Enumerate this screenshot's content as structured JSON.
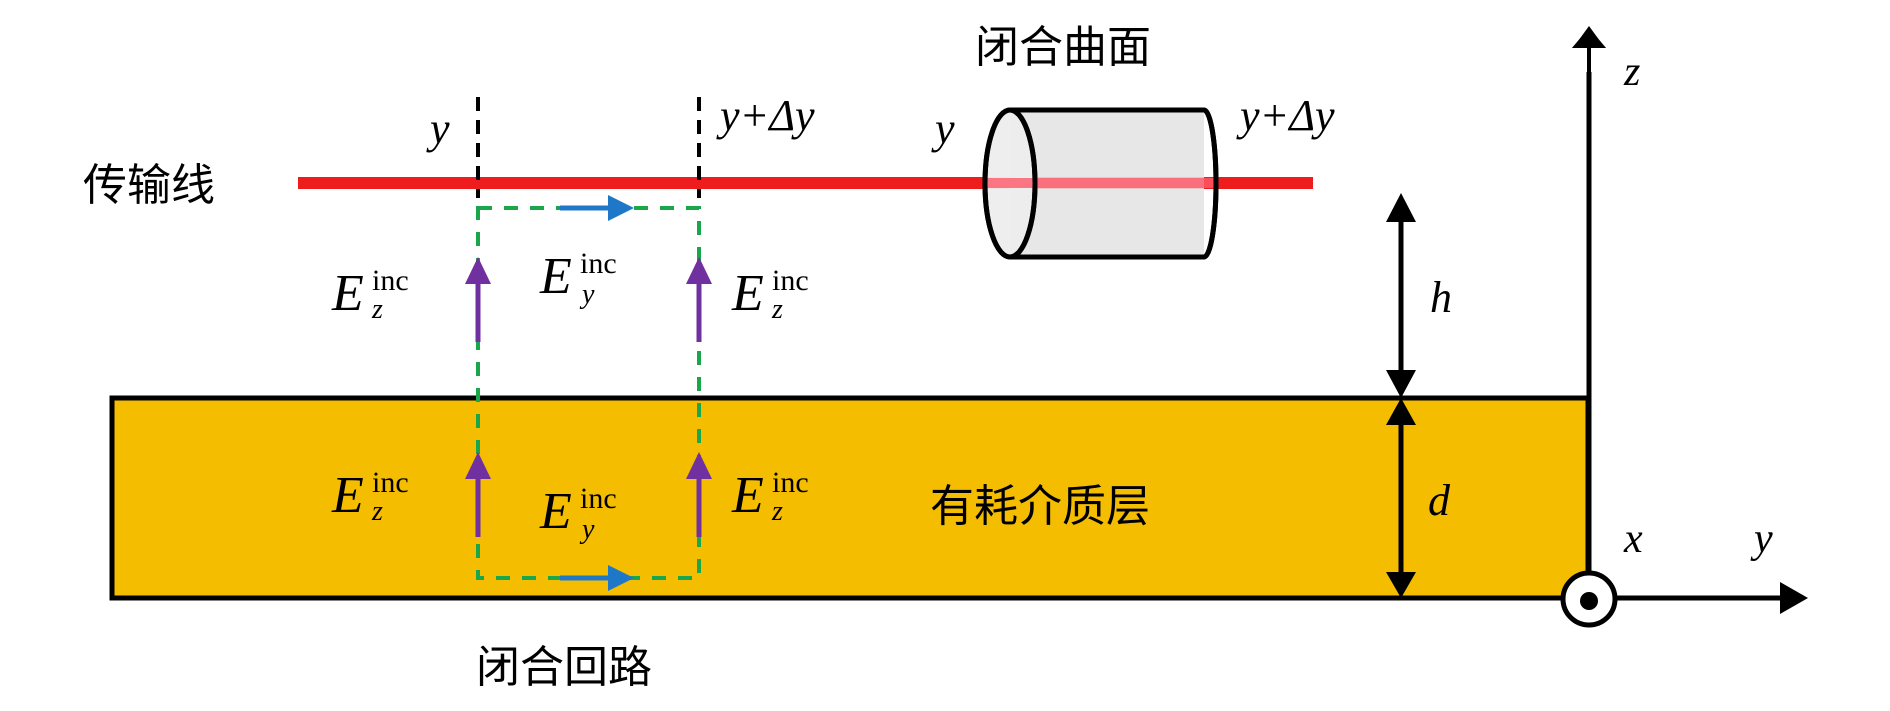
{
  "labels": {
    "transmission_line": "传输线",
    "closed_surface": "闭合曲面",
    "closed_loop": "闭合回路",
    "lossy_layer": "有耗介质层",
    "loop_y": "y",
    "loop_y_dy": "y+Δy",
    "cyl_y": "y",
    "cyl_y_dy": "y+Δy",
    "height": "h",
    "thickness": "d",
    "axis_z": "z",
    "axis_x": "x",
    "axis_y": "y"
  },
  "field_labels": {
    "E": "E",
    "sup": "inc",
    "sub_z": "z",
    "sub_y": "y"
  },
  "colors": {
    "line": "#ee1c1c",
    "layer": "#f5bd00",
    "loop": "#1aa64a",
    "ey_arrow": "#1f77c8",
    "ez_arrow": "#7030a0",
    "cylinder": "#e3e3e3"
  }
}
